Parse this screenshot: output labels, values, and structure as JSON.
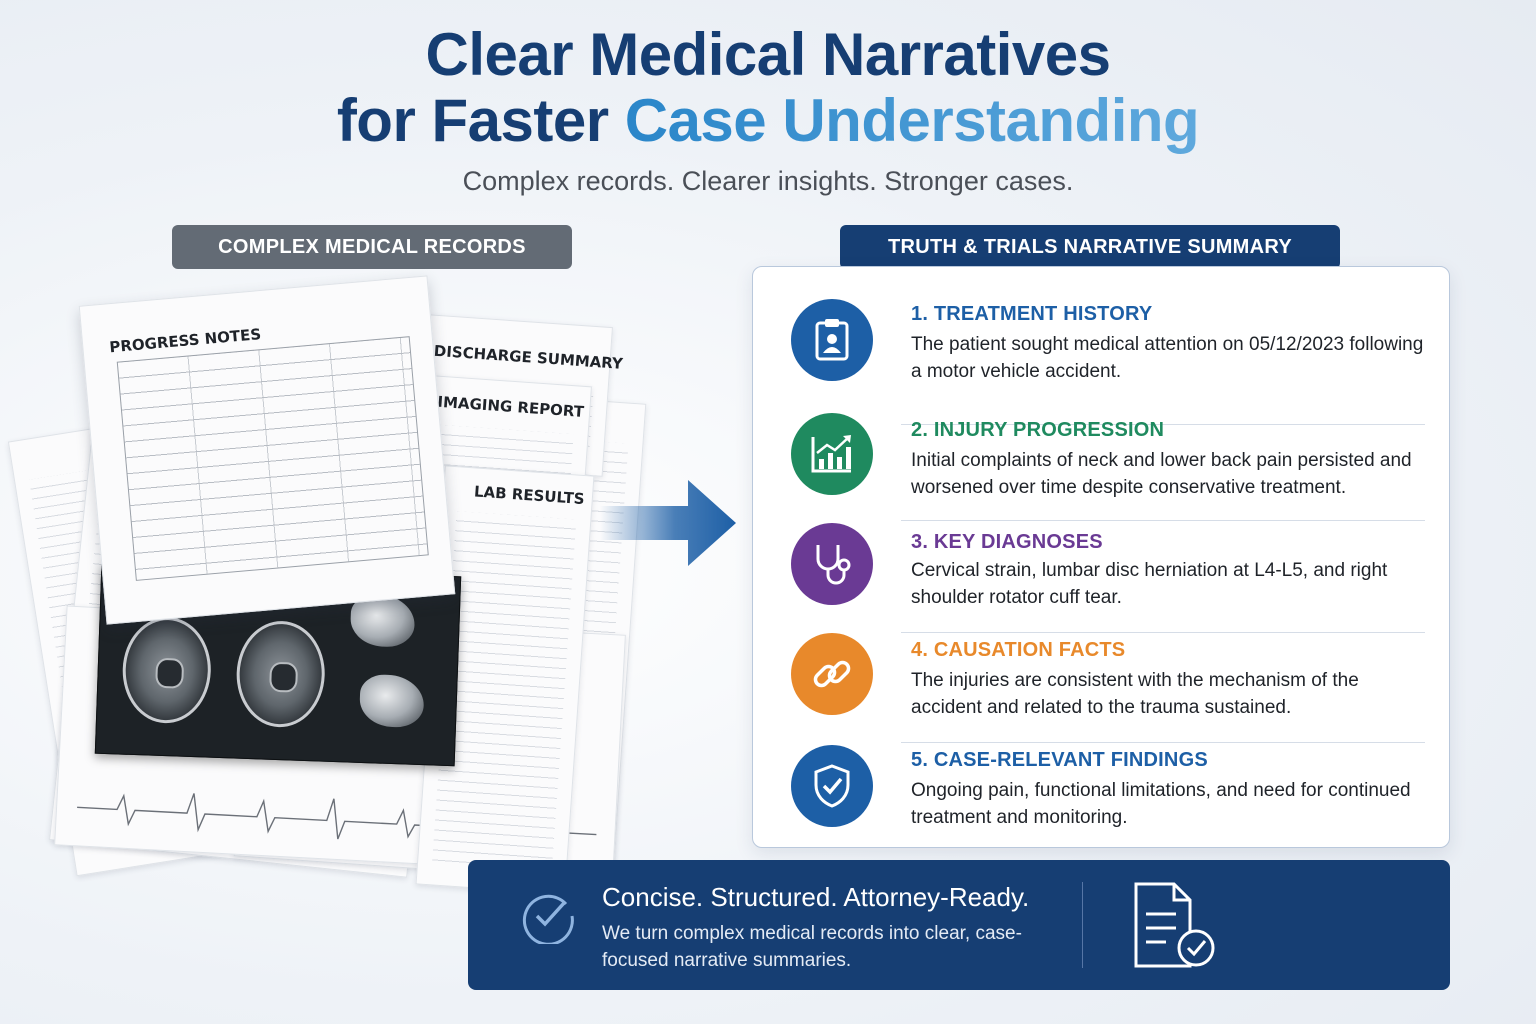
{
  "header": {
    "title_line1": "Clear Medical Narratives",
    "title_line2_prefix": "for Faster ",
    "title_line2_accent": "Case Understanding",
    "subtitle": "Complex records. Clearer insights. Stronger cases."
  },
  "left_section": {
    "label": "COMPLEX MEDICAL RECORDS",
    "documents": {
      "progress_notes": "PROGRESS NOTES",
      "discharge_summary": "DISCHARGE SUMMARY",
      "imaging_report": "IMAGING REPORT",
      "lab_results": "LAB RESULTS"
    }
  },
  "right_section": {
    "label": "TRUTH & TRIALS NARRATIVE SUMMARY",
    "items": [
      {
        "title": "1. TREATMENT HISTORY",
        "body": "The patient sought medical attention on 05/12/2023 following a motor vehicle accident.",
        "icon": "clipboard-patient-icon",
        "color": "#1d5fa6"
      },
      {
        "title": "2. INJURY PROGRESSION",
        "body": "Initial complaints of neck and lower back pain persisted and worsened over time despite conservative treatment.",
        "icon": "growth-chart-icon",
        "color": "#1f8a5f"
      },
      {
        "title": "3. KEY DIAGNOSES",
        "body": "Cervical strain, lumbar disc herniation at L4-L5, and right shoulder rotator cuff tear.",
        "icon": "stethoscope-icon",
        "color": "#6a3a94"
      },
      {
        "title": "4. CAUSATION FACTS",
        "body": "The injuries are consistent with the mechanism of the accident and related to the trauma sustained.",
        "icon": "chain-link-icon",
        "color": "#e8892b"
      },
      {
        "title": "5. CASE-RELEVANT FINDINGS",
        "body": "Ongoing pain, functional limitations, and need for continued treatment and monitoring.",
        "icon": "shield-check-icon",
        "color": "#1d5fa6"
      }
    ]
  },
  "banner": {
    "title": "Concise. Structured. Attorney-Ready.",
    "text": "We turn complex medical records into clear, case-focused narrative summaries.",
    "icon_left": "check-circle-icon",
    "icon_right": "document-check-icon"
  },
  "colors": {
    "navy": "#163e73",
    "accent_blue": "#2a86c9",
    "gray_pill": "#636b75"
  }
}
